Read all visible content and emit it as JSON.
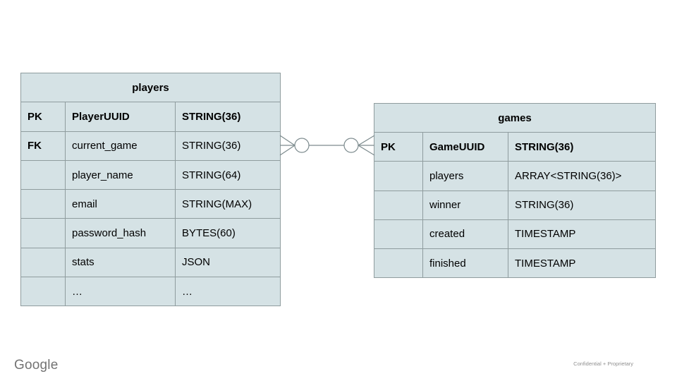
{
  "slide": {
    "footer_logo": "Google",
    "footer_note": "Confidential + Proprietary"
  },
  "colors": {
    "background": "#ffffff",
    "cell_fill": "#d5e2e5",
    "cell_border": "#8f9c9e",
    "connector_stroke": "#7d8b8e",
    "text": "#000000",
    "logo_gray": "#737373",
    "note_gray": "#909090"
  },
  "relationship": {
    "type": "many-to-many",
    "notation": "crow's foot with zero circles on both ends",
    "from_table": "players",
    "from_field": "current_game",
    "to_table": "games",
    "to_field": "GameUUID"
  },
  "tables": {
    "players": {
      "title": "players",
      "rows": [
        {
          "key": "PK",
          "name": "PlayerUUID",
          "type": "STRING(36)"
        },
        {
          "key": "FK",
          "name": "current_game",
          "type": "STRING(36)"
        },
        {
          "key": "",
          "name": "player_name",
          "type": "STRING(64)"
        },
        {
          "key": "",
          "name": "email",
          "type": "STRING(MAX)"
        },
        {
          "key": "",
          "name": "password_hash",
          "type": "BYTES(60)"
        },
        {
          "key": "",
          "name": "stats",
          "type": "JSON"
        },
        {
          "key": "",
          "name": "…",
          "type": "…"
        }
      ]
    },
    "games": {
      "title": "games",
      "rows": [
        {
          "key": "PK",
          "name": "GameUUID",
          "type": "STRING(36)"
        },
        {
          "key": "",
          "name": "players",
          "type": "ARRAY<STRING(36)>"
        },
        {
          "key": "",
          "name": "winner",
          "type": "STRING(36)"
        },
        {
          "key": "",
          "name": "created",
          "type": "TIMESTAMP"
        },
        {
          "key": "",
          "name": "finished",
          "type": "TIMESTAMP"
        }
      ]
    }
  }
}
